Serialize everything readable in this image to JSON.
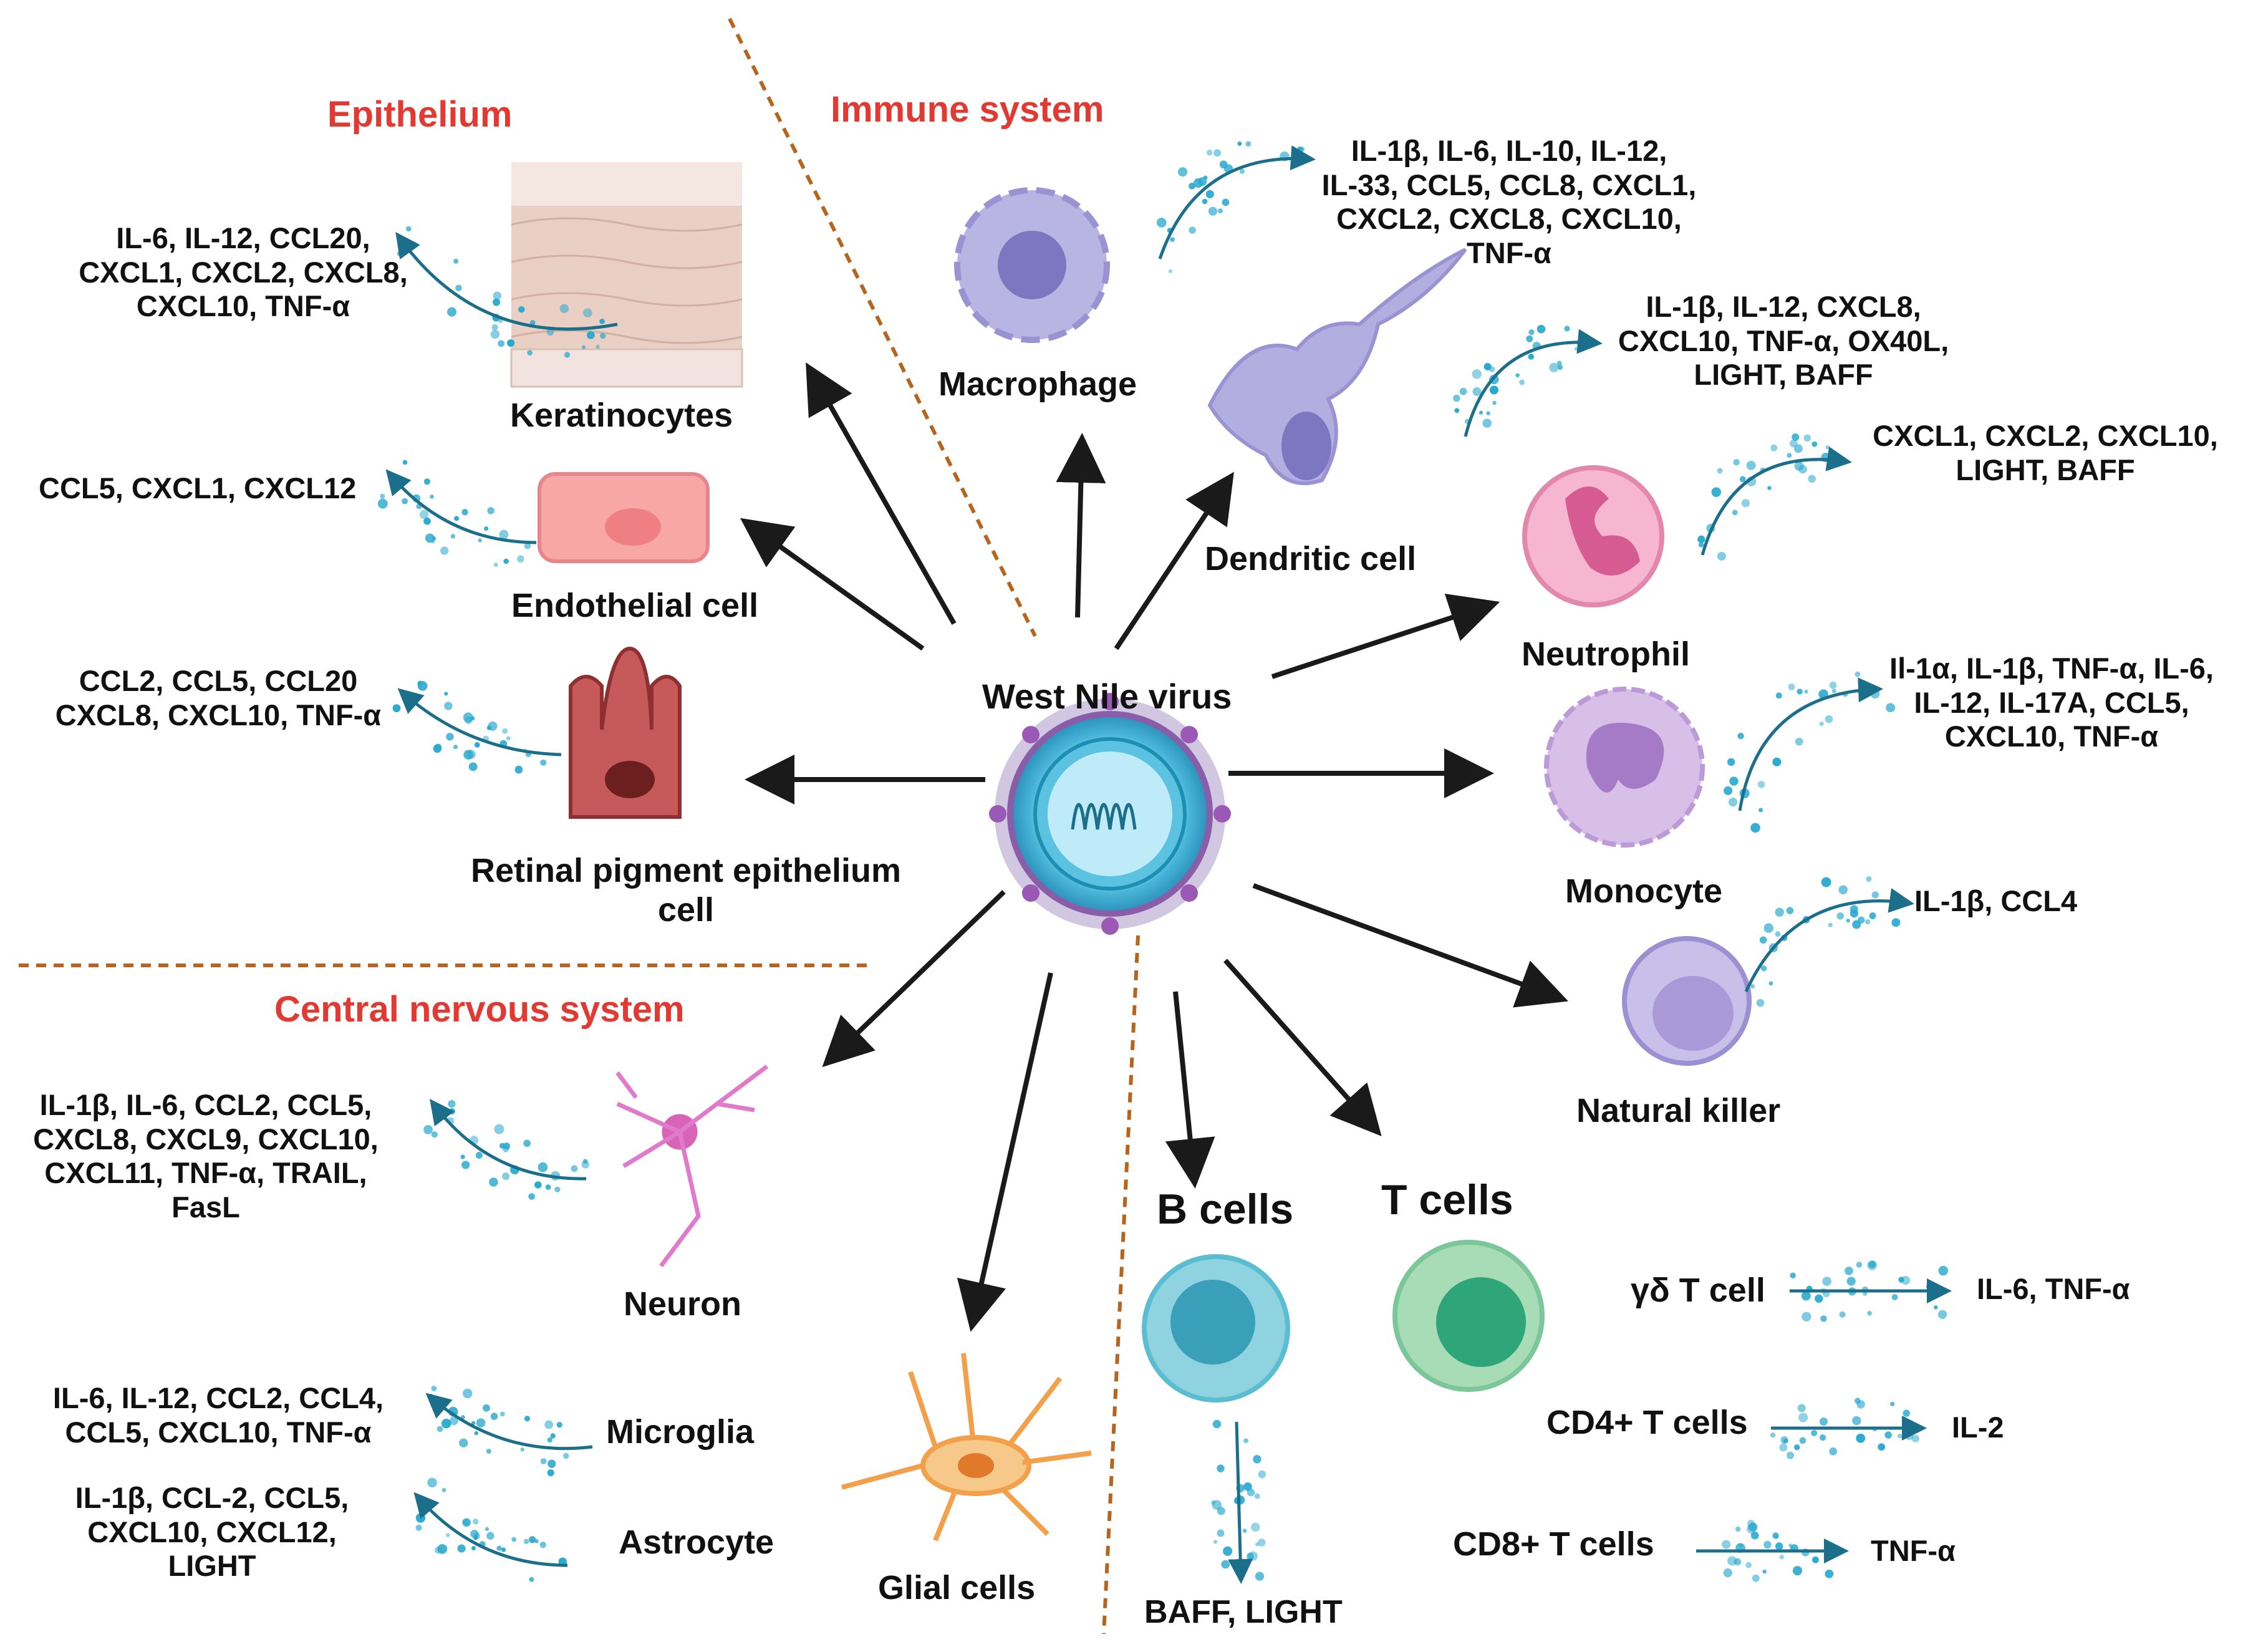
{
  "center": {
    "title": "West Nile virus"
  },
  "sections": {
    "epithelium": "Epithelium",
    "immune": "Immune system",
    "cns": "Central nervous system"
  },
  "colors": {
    "section_title": "#e03a33",
    "divider": "#b5651d",
    "arrow": "#1a1a1a",
    "flow": "#1b6f8a",
    "dots": "#2aa9cf"
  },
  "cells": {
    "keratinocytes": {
      "label": "Keratinocytes",
      "cytokines": "IL-6, IL-12, CCL20,\nCXCL1, CXCL2, CXCL8,\nCXCL10, TNF-α"
    },
    "endothelial": {
      "label": "Endothelial cell",
      "cytokines": "CCL5, CXCL1, CXCL12"
    },
    "rpe": {
      "label": "Retinal pigment epithelium\ncell",
      "cytokines": "CCL2, CCL5, CCL20\nCXCL8, CXCL10, TNF-α"
    },
    "macrophage": {
      "label": "Macrophage",
      "cytokines": "IL-1β, IL-6, IL-10, IL-12,\nIL-33, CCL5, CCL8, CXCL1,\nCXCL2, CXCL8, CXCL10,\nTNF-α"
    },
    "dendritic": {
      "label": "Dendritic cell",
      "cytokines": "IL-1β, IL-12, CXCL8,\nCXCL10, TNF-α, OX40L,\nLIGHT, BAFF"
    },
    "neutrophil": {
      "label": "Neutrophil",
      "cytokines": "CXCL1, CXCL2, CXCL10,\nLIGHT, BAFF"
    },
    "monocyte": {
      "label": "Monocyte",
      "cytokines": "Il-1α, IL-1β, TNF-α, IL-6,\nIL-12, IL-17A, CCL5,\nCXCL10, TNF-α"
    },
    "nk": {
      "label": "Natural killer",
      "cytokines": "IL-1β, CCL4"
    },
    "neuron": {
      "label": "Neuron",
      "cytokines": "IL-1β, IL-6, CCL2, CCL5,\nCXCL8, CXCL9, CXCL10,\nCXCL11, TNF-α, TRAIL,\nFasL"
    },
    "glial": {
      "label": "Glial cells"
    },
    "microglia": {
      "label": "Microglia",
      "cytokines": "IL-6, IL-12, CCL2, CCL4,\nCCL5, CXCL10, TNF-α"
    },
    "astrocyte": {
      "label": "Astrocyte",
      "cytokines": "IL-1β, CCL-2, CCL5,\nCXCL10, CXCL12,\nLIGHT"
    },
    "bcells": {
      "label": "B cells",
      "cytokines": "BAFF, LIGHT"
    },
    "tcells": {
      "label": "T cells"
    },
    "gdt": {
      "label": "γδ T cell",
      "cytokines": "IL-6, TNF-α"
    },
    "cd4": {
      "label": "CD4+ T cells",
      "cytokines": "IL-2"
    },
    "cd8": {
      "label": "CD8+ T cells",
      "cytokines": "TNF-α"
    }
  }
}
